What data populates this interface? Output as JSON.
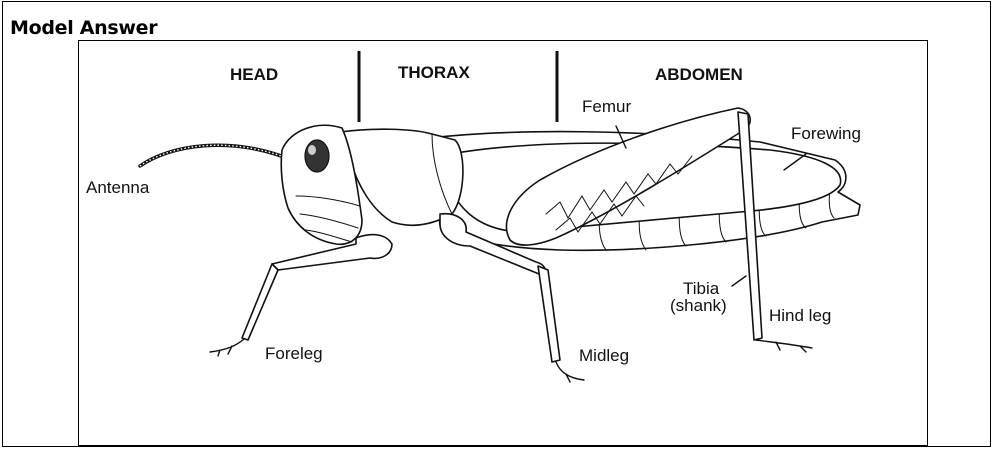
{
  "heading": "Model Answer",
  "sections": {
    "head": "HEAD",
    "thorax": "THORAX",
    "abdomen": "ABDOMEN"
  },
  "labels": {
    "antenna": "Antenna",
    "femur": "Femur",
    "forewing": "Forewing",
    "tibia_line1": "Tibia",
    "tibia_line2": "(shank)",
    "hind_leg": "Hind leg",
    "foreleg": "Foreleg",
    "midleg": "Midleg"
  }
}
